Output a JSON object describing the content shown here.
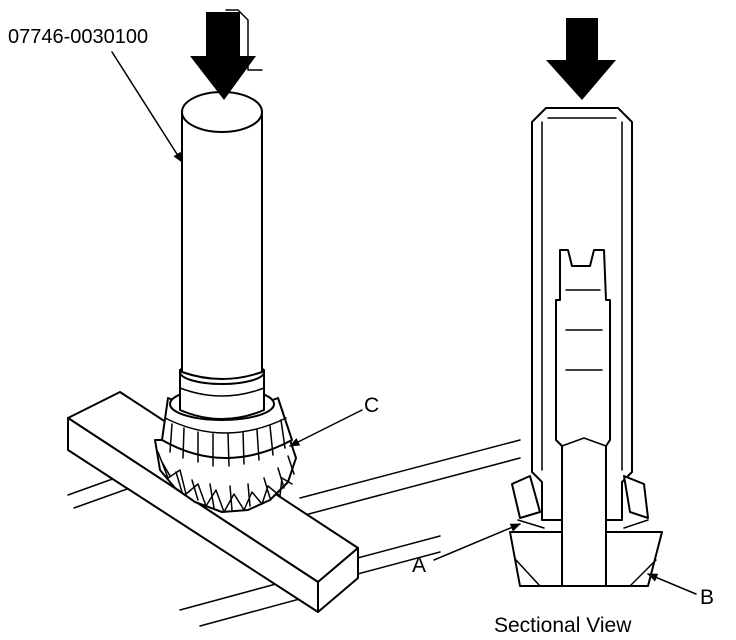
{
  "labels": {
    "tool_part_number": "07746-0030100",
    "callout_a": "A",
    "callout_b": "B",
    "callout_c": "C",
    "sectional_caption": "Sectional View"
  }
}
